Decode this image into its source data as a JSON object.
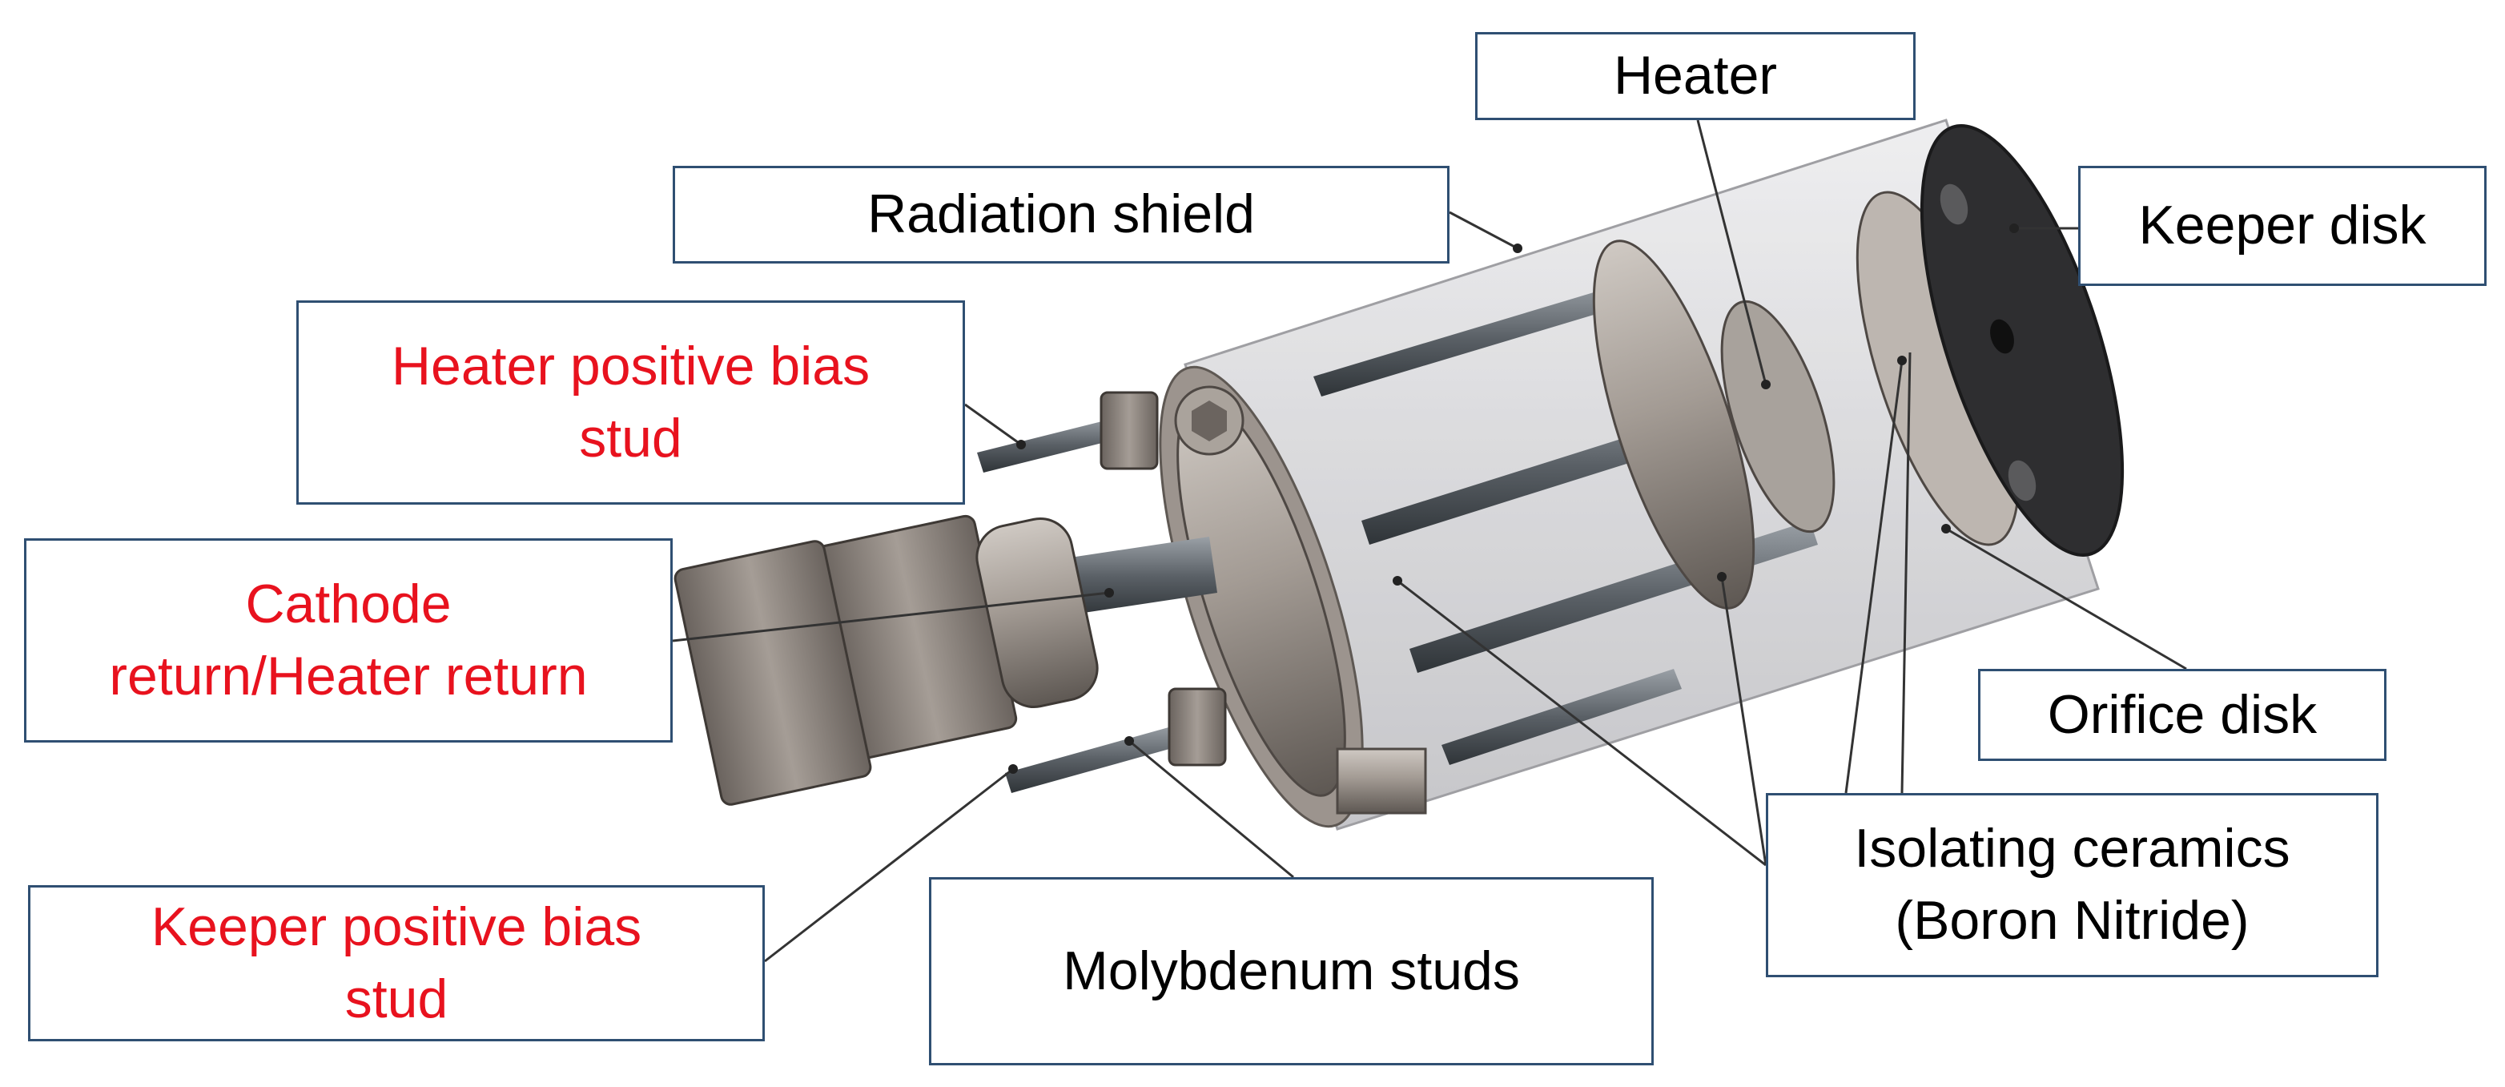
{
  "labels": {
    "heater": "Heater",
    "radiation_shield": "Radiation shield",
    "keeper_disk": "Keeper disk",
    "heater_positive_bias_stud": "Heater positive bias\nstud",
    "cathode_return": "Cathode\nreturn/Heater return",
    "orifice_disk": "Orifice disk",
    "isolating_ceramics": "Isolating ceramics\n(Boron Nitride)",
    "keeper_positive_bias_stud": "Keeper positive bias\nstud",
    "molybdenum_studs": "Molybdenum studs"
  },
  "colors": {
    "label_border": "#2f4f72",
    "label_text": "#000000",
    "bias_label_text": "#e8121e",
    "leader_line": "#333333",
    "metal_light": "#b4aca5",
    "metal_mid": "#8d857f",
    "metal_dark": "#5e5853",
    "keeper_disk": "#2e2e30",
    "shield_glass": "#d6d6d8"
  }
}
